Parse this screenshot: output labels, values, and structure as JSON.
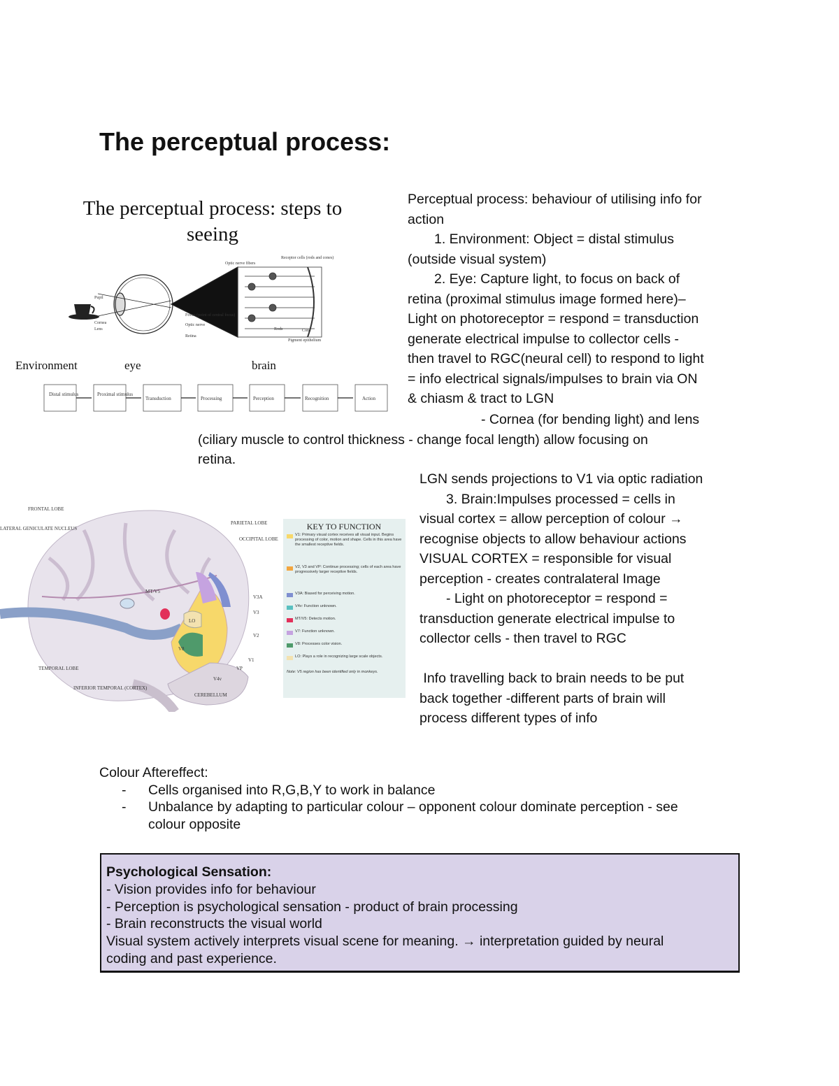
{
  "title": "The perceptual process:",
  "figure_steps": {
    "heading_line1": "The perceptual process: steps to",
    "heading_line2": "seeing",
    "eye_labels": [
      "Pupil",
      "Cornea",
      "Lens",
      "Fovea (point of central focus)",
      "Optic nerve",
      "Retina",
      "Optic nerve fibers",
      "Receptor cells (rods and cones)",
      "Rods",
      "Cone",
      "Pigment epithelium"
    ],
    "stage_labels": [
      "Environment",
      "eye",
      "brain"
    ],
    "steps": [
      "Distal stimulus",
      "Proximal stimulus",
      "Transduction",
      "Processing",
      "Perception",
      "Recognition",
      "Action"
    ]
  },
  "figure_brain": {
    "labels": [
      "FRONTAL LOBE",
      "PARIETAL LOBE",
      "OCCIPITAL LOBE",
      "V3A",
      "V3",
      "V2",
      "V1",
      "VP",
      "V4v",
      "MT/V5",
      "LO",
      "V8",
      "TEMPORAL LOBE",
      "INFERIOR TEMPORAL (CORTEX)",
      "CEREBELLUM",
      "LATERAL GENICULATE NUCLEUS"
    ],
    "key_title": "KEY TO FUNCTION",
    "key_items": [
      {
        "label": "V1: Primary visual cortex receives all visual input. Begins processing of color, motion and shape. Cells in this area have the smallest receptive fields.",
        "color": "#f7d86a"
      },
      {
        "label": "V2, V3 and VP: Continue processing; cells of each area have progressively larger receptive fields.",
        "color": "#f2a640"
      },
      {
        "label": "V3A: Biased for perceiving motion.",
        "color": "#7f8fd0"
      },
      {
        "label": "V4v: Function unknown.",
        "color": "#59c0c0"
      },
      {
        "label": "MT/V5: Detects motion.",
        "color": "#e2305a"
      },
      {
        "label": "V7: Function unknown.",
        "color": "#c5a3e0"
      },
      {
        "label": "V8: Processes color vision.",
        "color": "#4f9a6b"
      },
      {
        "label": "LO: Plays a role in recognizing large scale objects.",
        "color": "#f3e2b0"
      },
      {
        "label": "Note: V5 region has been identified only in monkeys.",
        "color": ""
      }
    ]
  },
  "right_column_1": {
    "lines": [
      "Perceptual process: behaviour of utilising info for",
      "action",
      "1.   Environment: Object = distal stimulus",
      "(outside visual system)",
      "2.   Eye: Capture light, to focus on back of",
      "retina (proximal stimulus image formed here)–",
      "Light on photoreceptor = respond = transduction",
      "generate electrical impulse to collector cells -",
      "then travel to RGC(neural cell) to respond to light",
      "= info electrical signals/impulses to brain via ON",
      "& chiasm & tract to LGN"
    ]
  },
  "cornea_block": {
    "lines": [
      "-     Cornea (for bending light) and lens",
      "(ciliary muscle to control thickness - change focal length) allow focusing on",
      "retina."
    ]
  },
  "right_column_2": {
    "lines": [
      "LGN sends projections to V1 via optic radiation",
      "3.   Brain:Impulses processed = cells in",
      "visual cortex = allow perception of colour →",
      "recognise objects to allow behaviour actions",
      "VISUAL CORTEX = responsible for visual",
      "perception - creates contralateral Image",
      "-     Light on photoreceptor = respond =",
      "transduction generate electrical impulse to",
      "collector cells - then travel to RGC",
      "",
      " Info travelling back to brain needs to be put",
      "back together -different parts of brain will",
      "process different types of info"
    ]
  },
  "colour_aftereffect": {
    "heading": "Colour Aftereffect:",
    "bullets": [
      [
        "Cells organised into R,G,B,Y to work in balance"
      ],
      [
        "Unbalance by adapting to particular colour – opponent colour dominate perception - see",
        "colour opposite"
      ]
    ]
  },
  "sensation_box": {
    "heading": "Psychological Sensation:",
    "lines": [
      "- Vision provides info for behaviour",
      "- Perception is psychological sensation - product of brain processing",
      "- Brain reconstructs the visual world",
      "Visual system actively interprets visual scene for meaning. → interpretation guided by neural",
      "coding and past experience."
    ],
    "background": "#d9d2e9"
  }
}
